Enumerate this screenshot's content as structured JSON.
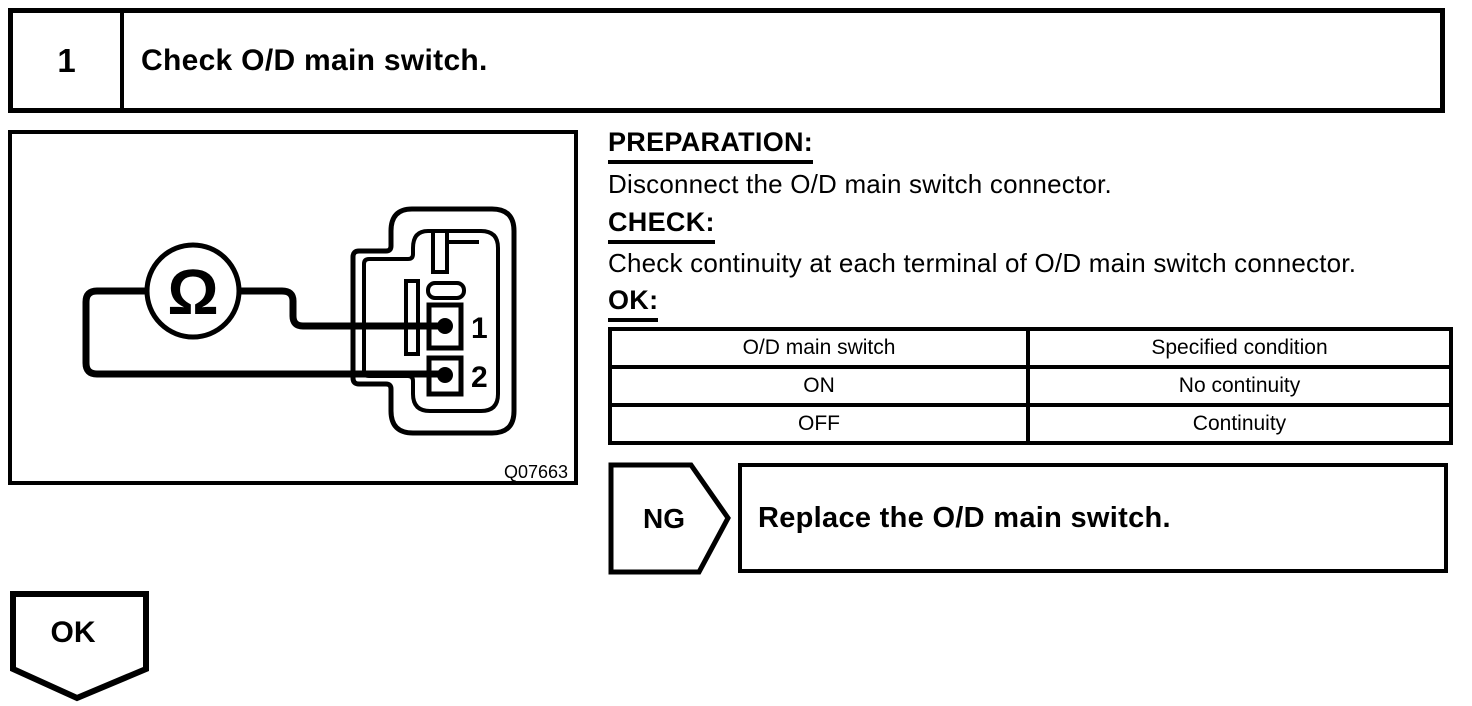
{
  "header": {
    "step_number": "1",
    "step_title": "Check O/D main switch."
  },
  "diagram": {
    "ohmmeter_symbol": "Ω",
    "terminal_labels": [
      "1",
      "2"
    ],
    "figure_code": "Q07663"
  },
  "sections": {
    "preparation": {
      "label": "PREPARATION:",
      "text": "Disconnect the O/D main switch connector."
    },
    "check": {
      "label": "CHECK:",
      "text": "Check continuity at each terminal of O/D main switch connector."
    },
    "ok": {
      "label": "OK:"
    }
  },
  "table": {
    "headers": [
      "O/D main switch",
      "Specified condition"
    ],
    "rows": [
      [
        "ON",
        "No continuity"
      ],
      [
        "OFF",
        "Continuity"
      ]
    ]
  },
  "flow": {
    "ng_label": "NG",
    "ng_action": "Replace the O/D main switch.",
    "ok_label": "OK"
  },
  "colors": {
    "ink": "#000000",
    "paper": "#ffffff"
  }
}
